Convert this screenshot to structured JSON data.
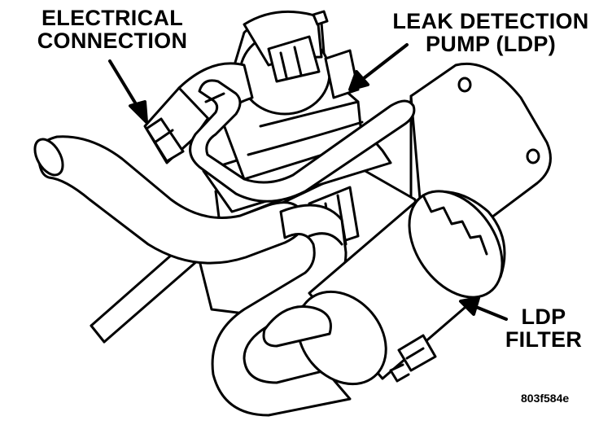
{
  "labels": {
    "electrical_connection": [
      "ELECTRICAL",
      "CONNECTION"
    ],
    "leak_detection_pump": [
      "LEAK DETECTION",
      "PUMP (LDP)"
    ],
    "ldp_filter": [
      "LDP",
      "FILTER"
    ],
    "figure_code": "803f584e"
  },
  "colors": {
    "ink": "#000000",
    "paper": "#ffffff"
  }
}
